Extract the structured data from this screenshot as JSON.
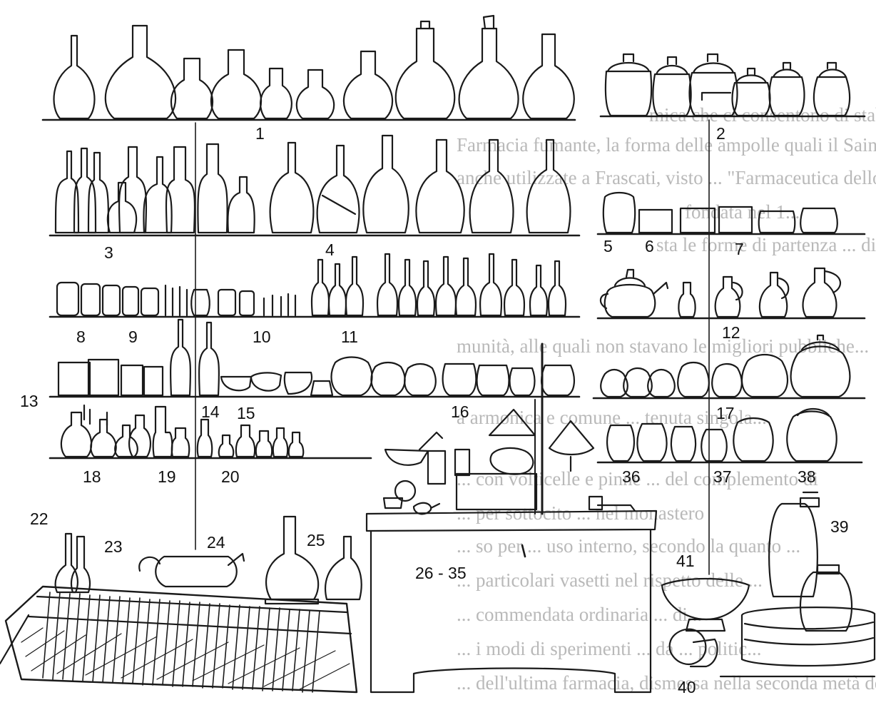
{
  "figure": {
    "labels": {
      "l1": "1",
      "l2": "2",
      "l3": "3",
      "l4": "4",
      "l5": "5",
      "l6": "6",
      "l7": "7",
      "l8": "8",
      "l9": "9",
      "l10": "10",
      "l11": "11",
      "l12": "12",
      "l13": "13",
      "l14": "14",
      "l15": "15",
      "l16": "16",
      "l17": "17",
      "l18": "18",
      "l19": "19",
      "l20": "20",
      "l22": "22",
      "l23": "23",
      "l24": "24",
      "l25": "25",
      "l26": "26 - 35",
      "l36": "36",
      "l37": "37",
      "l38": "38",
      "l39": "39",
      "l40": "40",
      "l41": "41"
    },
    "bleed_through_text": [
      "mica che ci consentono di stabilire l'inizio dell'attività di",
      "Farmacia fumante, la forma delle ampolle quali il Saint...",
      "anche utilizzate a Frascati, visto ... \"Farmaceutica dello spezia...",
      "fondata nel 1...",
      "sta le forme di partenza ... di lavorazione di montaggio",
      "munità, alle quali non stavano le migliori pubbliche...",
      "a armonica e comune ... tenuta singola...",
      "... con volticelle e pinne ... del complemento di",
      "... per sottocito ... nel monastero",
      "... so per ... uso interno, secondo la quanto ...",
      "... particolari vasetti nel rispetto delle ...",
      "... commendata ordinaria ... di...",
      "... i modi di sperimenti ... da ... politic...",
      "... dell'ultima farmacia, dismessa nella seconda metà del"
    ]
  }
}
